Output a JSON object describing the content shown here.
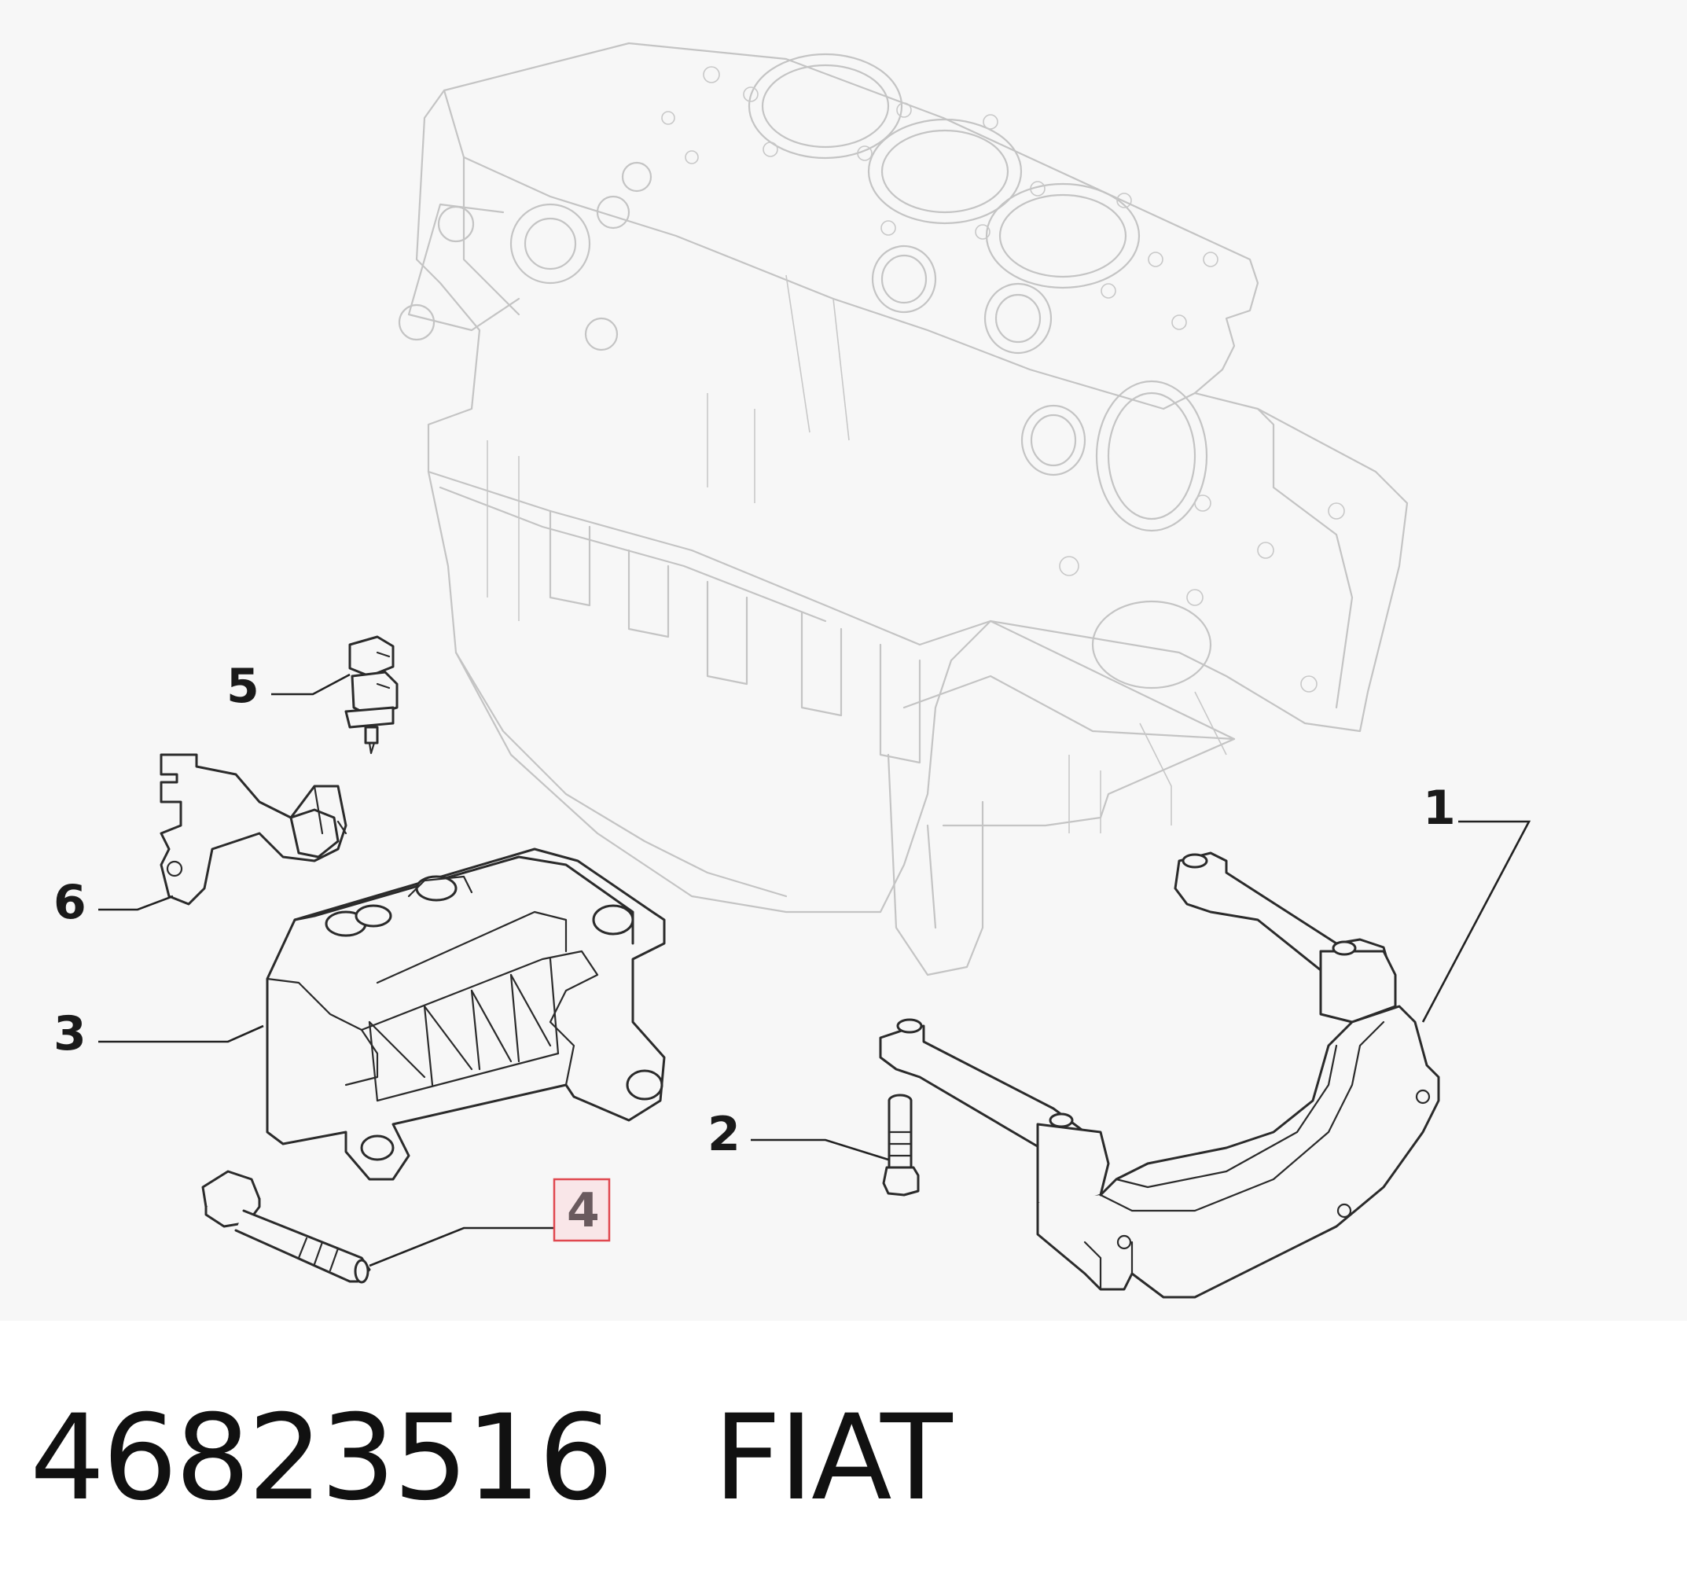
{
  "callouts": [
    {
      "id": "1",
      "label": "1"
    },
    {
      "id": "2",
      "label": "2"
    },
    {
      "id": "3",
      "label": "3"
    },
    {
      "id": "4",
      "label": "4",
      "highlighted": true
    },
    {
      "id": "5",
      "label": "5"
    },
    {
      "id": "6",
      "label": "6"
    }
  ],
  "footer": {
    "part_number": "46823516",
    "brand": "FIAT"
  },
  "colors": {
    "engine_outline": "#c4c4c4",
    "part_outline": "#2b2b2b",
    "highlight_box_border": "#e0484f",
    "highlight_box_fill": "#f9e6e8",
    "highlight_text": "#6a5a5e"
  }
}
